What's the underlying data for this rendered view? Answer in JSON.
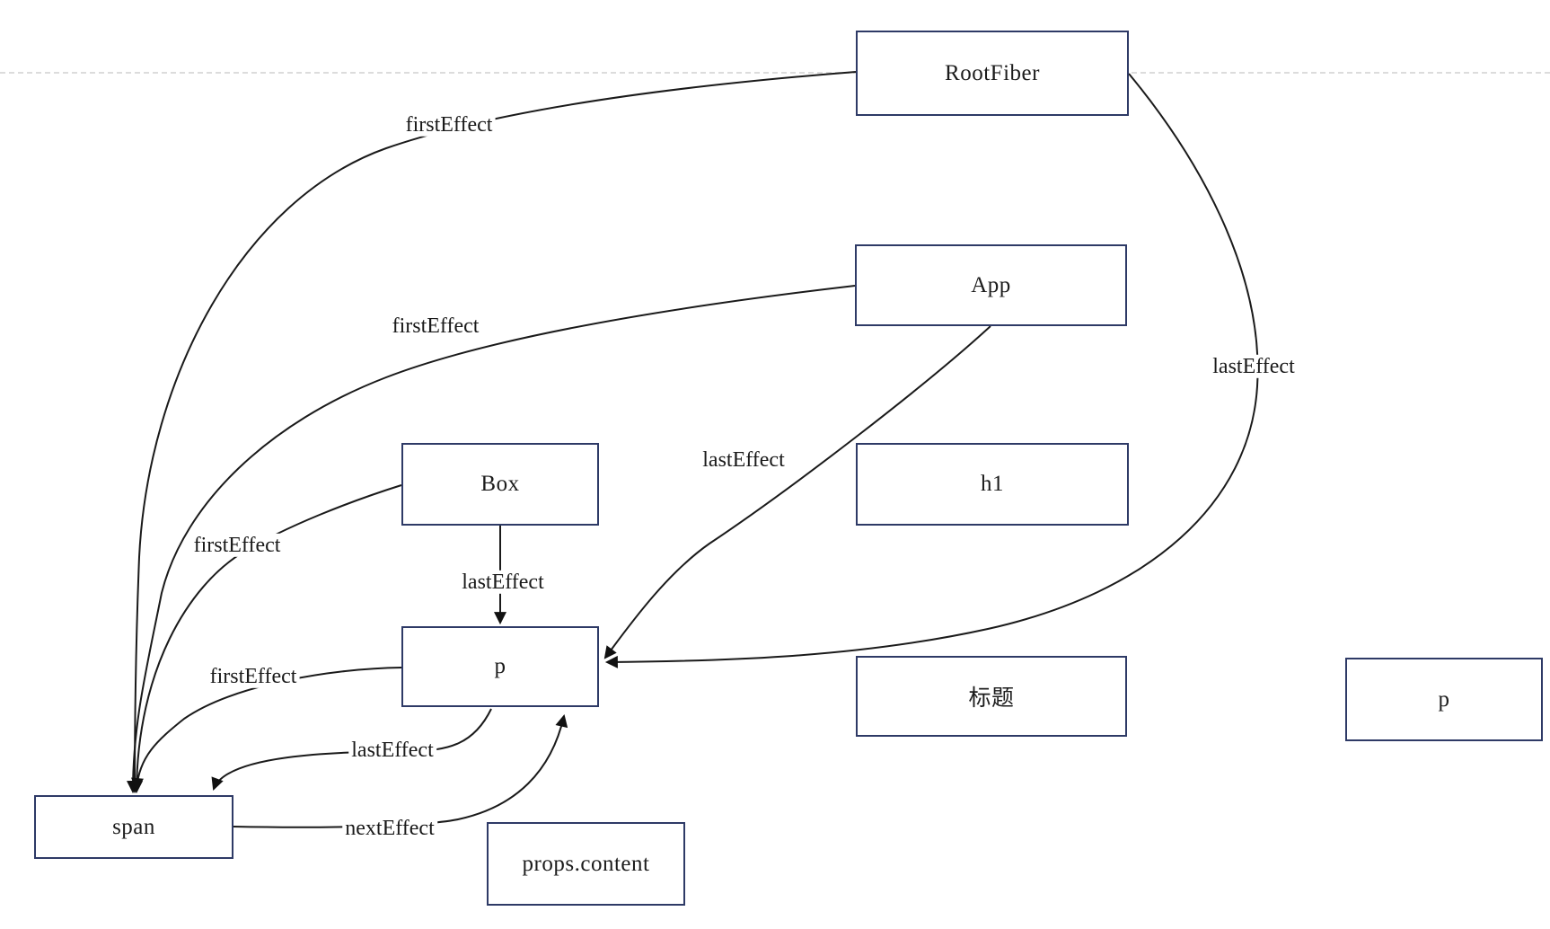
{
  "diagram": {
    "title_hint": "React fiber effect list diagram",
    "nodes": {
      "rootfiber": {
        "label": "RootFiber"
      },
      "app": {
        "label": "App"
      },
      "box": {
        "label": "Box"
      },
      "h1": {
        "label": "h1"
      },
      "p_center": {
        "label": "p"
      },
      "title_cn": {
        "label": "标题"
      },
      "p_right": {
        "label": "p"
      },
      "span": {
        "label": "span"
      },
      "props_content": {
        "label": "props.content"
      }
    },
    "edges": [
      {
        "from": "RootFiber",
        "to": "span",
        "label": "firstEffect"
      },
      {
        "from": "App",
        "to": "span",
        "label": "firstEffect"
      },
      {
        "from": "Box",
        "to": "span",
        "label": "firstEffect"
      },
      {
        "from": "p",
        "to": "span",
        "label": "firstEffect"
      },
      {
        "from": "RootFiber",
        "to": "p",
        "label": "lastEffect"
      },
      {
        "from": "App",
        "to": "p",
        "label": "lastEffect"
      },
      {
        "from": "Box",
        "to": "p",
        "label": "lastEffect"
      },
      {
        "from": "p",
        "to": "span",
        "label": "lastEffect"
      },
      {
        "from": "span",
        "to": "p",
        "label": "nextEffect"
      }
    ],
    "colors": {
      "node_border": "#2e3a66",
      "node_fill": "#ffffff",
      "edge_stroke": "#1a1a1a",
      "text": "#1c1c1c",
      "divider": "#dcdcdc",
      "background": "#ffffff"
    }
  }
}
